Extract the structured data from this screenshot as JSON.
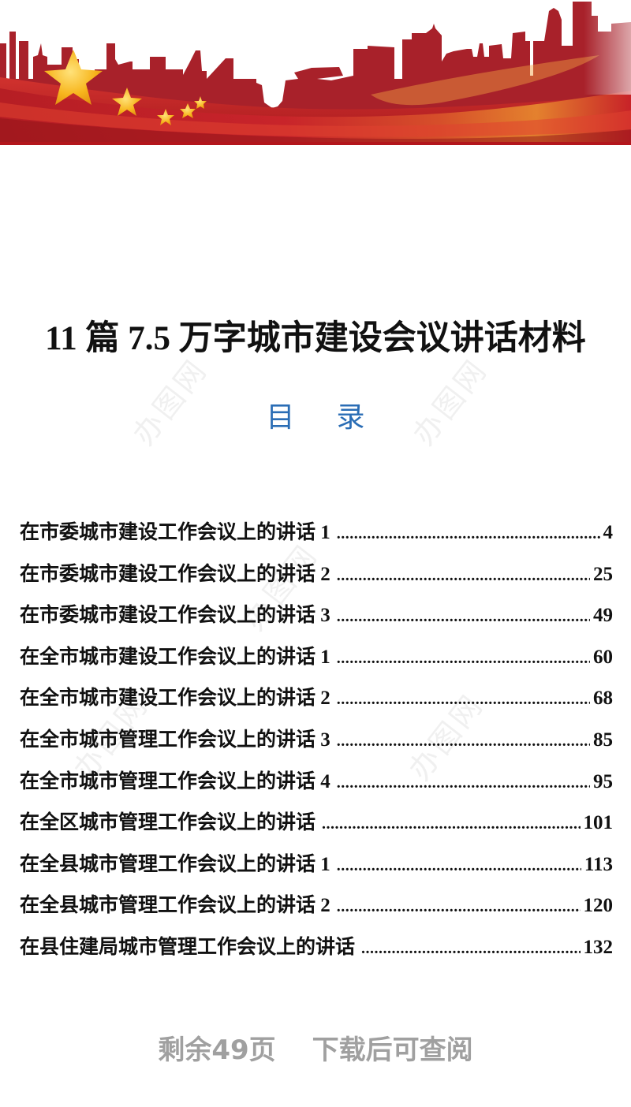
{
  "banner": {
    "description": "Red flag ribbon with city skyline silhouette and five golden stars",
    "colors": {
      "red_dark": "#a81e24",
      "red": "#c8222a",
      "gold": "#f6b81c",
      "orange_glow": "#e8742a"
    }
  },
  "document": {
    "title": "11 篇 7.5 万字城市建设会议讲话材料",
    "toc_heading": [
      "目",
      "录"
    ],
    "toc_heading_color": "#2a6db5",
    "toc": [
      {
        "label": "在市委城市建设工作会议上的讲话 1",
        "page": "4"
      },
      {
        "label": "在市委城市建设工作会议上的讲话 2",
        "page": "25"
      },
      {
        "label": "在市委城市建设工作会议上的讲话 3",
        "page": "49"
      },
      {
        "label": "在全市城市建设工作会议上的讲话 1",
        "page": "60"
      },
      {
        "label": "在全市城市建设工作会议上的讲话 2",
        "page": "68"
      },
      {
        "label": "在全市城市管理工作会议上的讲话 3",
        "page": "85"
      },
      {
        "label": "在全市城市管理工作会议上的讲话 4",
        "page": "95"
      },
      {
        "label": "在全区城市管理工作会议上的讲话",
        "page": "101"
      },
      {
        "label": "在全县城市管理工作会议上的讲话 1",
        "page": "113"
      },
      {
        "label": "在全县城市管理工作会议上的讲话 2",
        "page": "120"
      },
      {
        "label": "在县住建局城市管理工作会议上的讲话",
        "page": "132"
      }
    ]
  },
  "footer": {
    "remaining": "剩余49页",
    "download_hint": "下载后可查阅"
  },
  "watermark": {
    "text": "办图网"
  }
}
